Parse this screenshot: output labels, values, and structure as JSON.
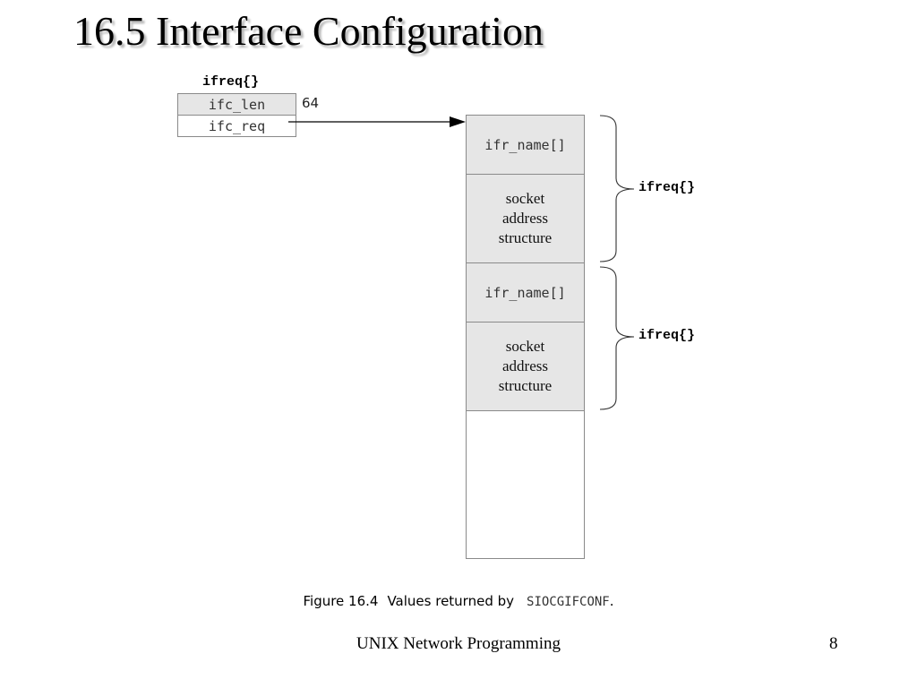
{
  "slide": {
    "title": "16.5 Interface Configuration",
    "footer": "UNIX Network Programming",
    "page_number": "8"
  },
  "diagram": {
    "ifconf_label": "ifreq{}",
    "ifconf_fields": [
      "ifc_len",
      "ifc_req"
    ],
    "ifc_len_value": "64",
    "blocks": {
      "name1": "ifr_name[]",
      "sock1": [
        "socket",
        "address",
        "structure"
      ],
      "name2": "ifr_name[]",
      "sock2": [
        "socket",
        "address",
        "structure"
      ]
    },
    "brace_labels": [
      "ifreq{}",
      "ifreq{}"
    ],
    "colors": {
      "cell_fill": "#e6e6e6",
      "border": "#8a8a8a"
    }
  },
  "caption": {
    "figure": "Figure 16.4",
    "text": "Values returned by",
    "code": "SIOCGIFCONF",
    "end": "."
  }
}
